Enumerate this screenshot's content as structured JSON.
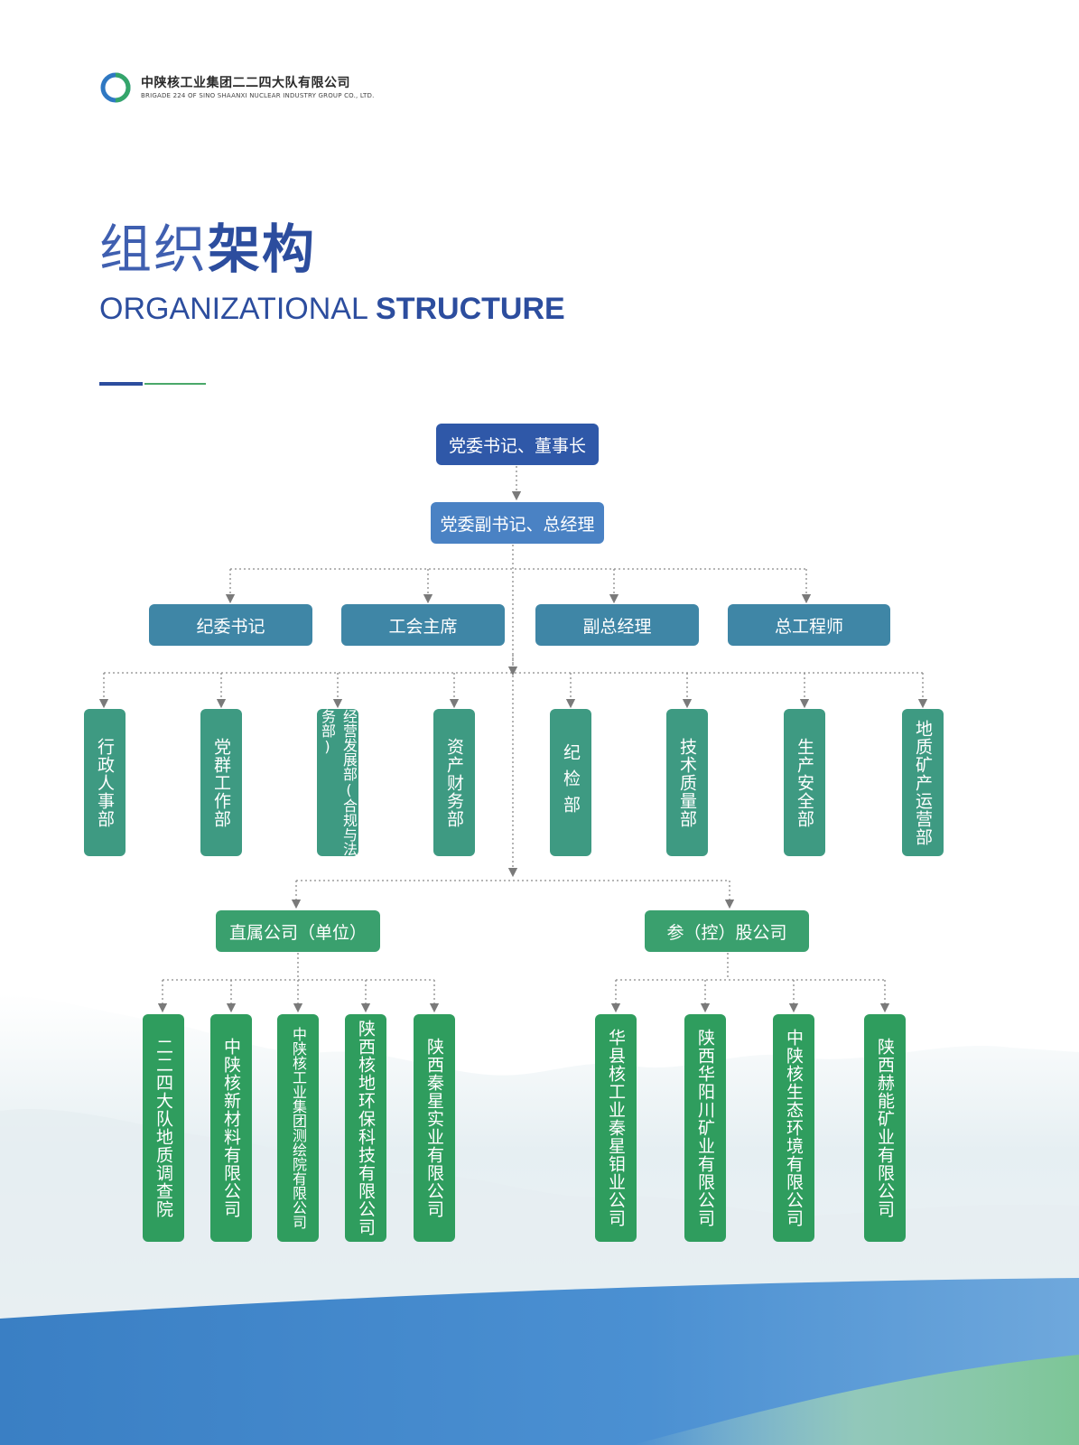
{
  "header": {
    "company_cn": "中陕核工业集团二二四大队有限公司",
    "company_en": "BRIGADE 224 OF SINO SHAANXI NUCLEAR INDUSTRY GROUP CO., LTD."
  },
  "title": {
    "cn_light": "组织",
    "cn_bold": "架构",
    "en_light": "ORGANIZATIONAL ",
    "en_bold": "STRUCTURE"
  },
  "colors": {
    "brand_blue": "#2c4d9e",
    "brand_green": "#4aa86a",
    "top_box": "#2f58a8",
    "gm_box": "#4a82c4",
    "vp_box": "#3f86a6",
    "dept_box": "#3e9a82",
    "group_box": "#3aa06e",
    "company_box": "#2f9d5e"
  },
  "org": {
    "top": "党委书记、董事长",
    "gm": "党委副书记、总经理",
    "leaders": [
      "纪委书记",
      "工会主席",
      "副总经理",
      "总工程师"
    ],
    "departments": [
      "行政人事部",
      "党群工作部",
      "经营发展部(合规与法务部)",
      "资产财务部",
      "纪检部",
      "技术质量部",
      "生产安全部",
      "地质矿产运营部"
    ],
    "groups": [
      "直属公司（单位）",
      "参（控）股公司"
    ],
    "direct_units": [
      "二二四大队地质调查院",
      "中陕核新材料有限公司",
      "中陕核工业集团测绘院有限公司",
      "陕西核地环保科技有限公司",
      "陕西秦星实业有限公司"
    ],
    "holding_units": [
      "华县核工业秦星钼业公司",
      "陕西华阳川矿业有限公司",
      "中陕核生态环境有限公司",
      "陕西赫能矿业有限公司"
    ]
  }
}
